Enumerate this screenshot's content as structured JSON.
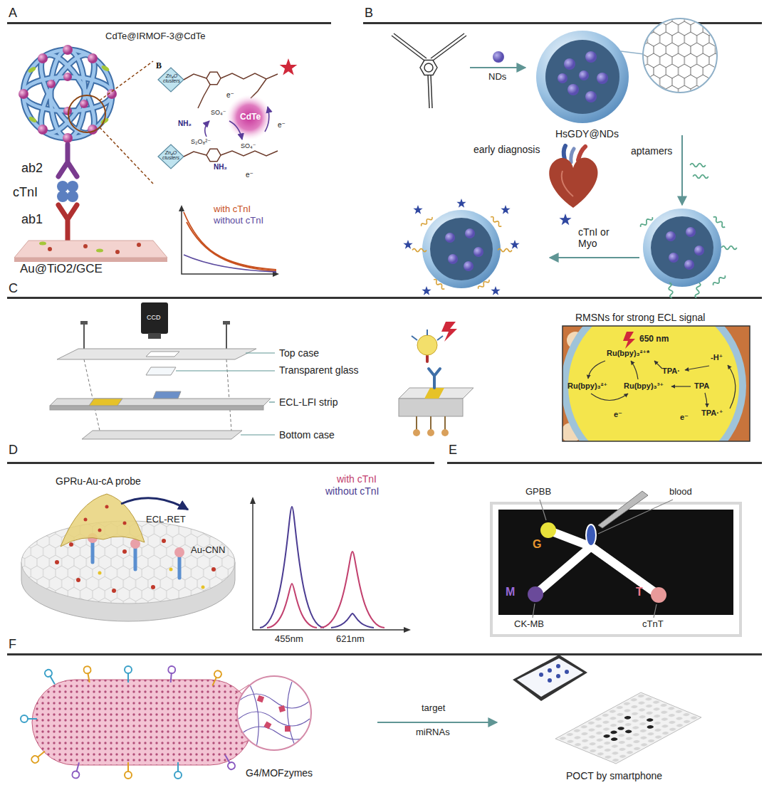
{
  "diagram": {
    "nodes": [
      {
        "text": [
          "CdTe@IRMOF-3@CdTe"
        ]
      },
      {
        "text": [
          "HsGDY@NDs"
        ]
      },
      {
        "text": [
          "RMSNs for strong ECL signal"
        ]
      },
      {
        "text": [
          "G4/MOFzymes"
        ]
      },
      {
        "text": [
          "POCT by smartphone"
        ]
      }
    ],
    "edges": [
      {
        "from": 3,
        "to": 4,
        "arrow": "to"
      }
    ],
    "labels": [
      "A",
      "B",
      "B",
      "Zn₄O clusters",
      "Zn₄O clusters",
      "CdTe",
      "e⁻",
      "NH₂",
      "SO₄⁻",
      "S₂O₈²⁻",
      "SO₄⁻",
      "NH₂",
      "e⁻",
      "e⁻",
      "ab2",
      "cTnI",
      "ab1",
      "Au@TiO2/GCE",
      "NDs",
      "early diagnosis",
      "aptamers",
      "cTnI or Myo",
      "C",
      "CCD",
      "Top case",
      "Transparent glass",
      "ECL-LFI strip",
      "Bottom case",
      "650 nm",
      "Ru(bpy)₃²⁺*",
      "TPA·",
      "-H⁺",
      "Ru(bpy)₃²⁺",
      "Ru(bpy)₃³⁺",
      "TPA",
      "TPA·⁺",
      "e⁻",
      "e⁻",
      "D",
      "E",
      "GPRu-Au-cA probe",
      "ECL-RET",
      "Au-CNN",
      "455nm",
      "621nm",
      "GPBB",
      "blood",
      "G",
      "M",
      "T",
      "CK-MB",
      "cTnT",
      "F",
      "target",
      "miRNAs"
    ],
    "legend": [
      {
        "text": "with cTnI",
        "color": "#c8501e"
      },
      {
        "text": "without cTnI",
        "color": "#5b4a9e"
      },
      {
        "text": "with cTnI",
        "color": "#c2406e"
      },
      {
        "text": "without cTnI",
        "color": "#4b3c92"
      }
    ]
  }
}
